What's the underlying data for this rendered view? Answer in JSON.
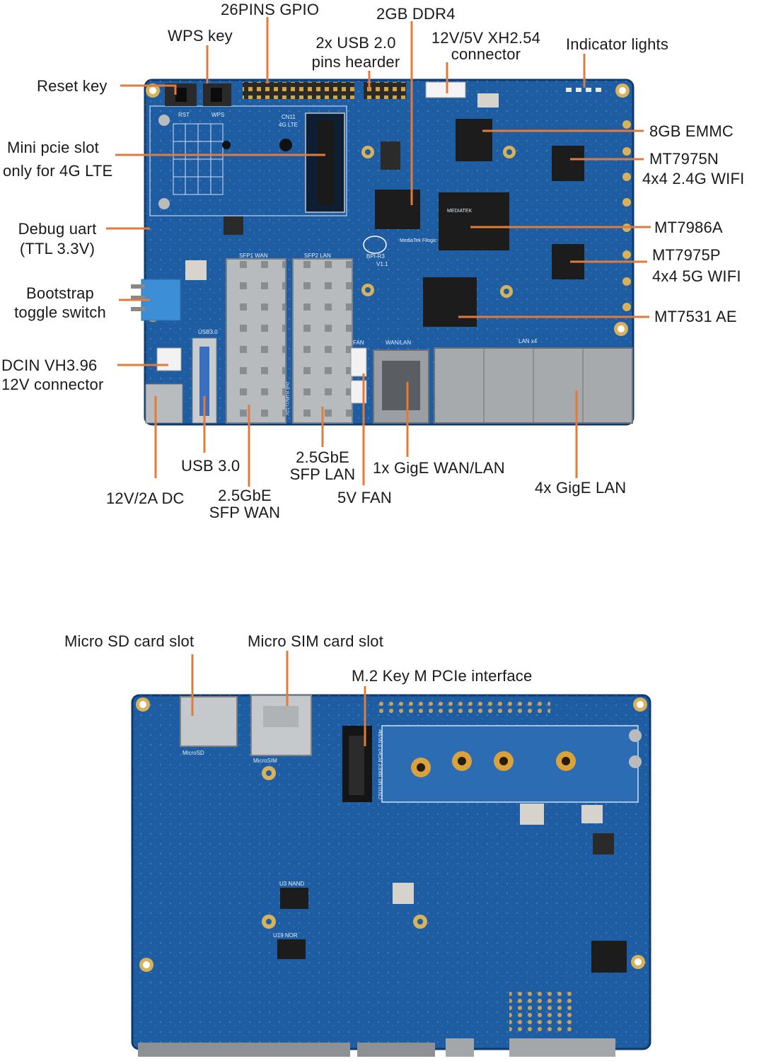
{
  "top_board": {
    "labels": {
      "gpio": "26PINS GPIO",
      "ddr": "2GB DDR4",
      "wps": "WPS key",
      "usb2_l1": "2x USB 2.0",
      "usb2_l2": "pins hearder",
      "xh_l1": "12V/5V XH2.54",
      "xh_l2": "connector",
      "indicator": "Indicator lights",
      "reset": "Reset key",
      "emmc": "8GB EMMC",
      "minipcie_l1": "Mini pcie slot",
      "minipcie_l2": "only for 4G LTE",
      "mt7975n_l1": "MT7975N",
      "mt7975n_l2": "4x4 2.4G WIFI",
      "debug_l1": "Debug uart",
      "debug_l2": "(TTL 3.3V)",
      "mt7986a": "MT7986A",
      "mt7975p_l1": "MT7975P",
      "mt7975p_l2": "4x4 5G WIFI",
      "bootstrap_l1": "Bootstrap",
      "bootstrap_l2": "toggle switch",
      "mt7531": "MT7531 AE",
      "dcin_l1": "DCIN VH3.96",
      "dcin_l2": "12V connector",
      "sfplan_l1": "2.5GbE",
      "sfplan_l2": "SFP LAN",
      "usb3": "USB 3.0",
      "gige1": "1x GigE WAN/LAN",
      "gige4": "4x GigE LAN",
      "dc": "12V/2A DC",
      "sfpwan_l1": "2.5GbE",
      "sfpwan_l2": "SFP WAN",
      "fan": "5V FAN"
    },
    "silk": {
      "rst": "RST",
      "wps": "WPS",
      "cn11": "CN11",
      "lte": "4G LTE",
      "sfp1": "SFP1  WAN",
      "sfp2": "SFP2  LAN",
      "usb30": "USB3.0",
      "fan": "FAN",
      "wanlan": "WAN/LAN",
      "lanx4": "LAN x4",
      "bpi": "BPI-R3",
      "ver": "V1.1",
      "mtk": "MediaTek Filogic",
      "chip": "MEDIATEK",
      "sfp_note": "PoE RJ45(1)-12V"
    }
  },
  "bottom_board": {
    "labels": {
      "sd": "Micro SD card slot",
      "sim": "Micro SIM card slot",
      "m2": "M.2 Key M PCIe interface"
    },
    "silk": {
      "microsd": "MicroSD",
      "microsim": "MicroSIM",
      "nand": "U3  NAND",
      "nor": "U19  NOR",
      "cn10": "CN10  M2 NKEY  PCIe2.0 NVMe"
    }
  },
  "colors": {
    "pcb": "#1f5da3",
    "pcb_dark": "#174a86",
    "pcb_edge": "#0f3a6c",
    "callout": "#e07b3c",
    "metal": "#a9acae",
    "chip": "#1c1c1c",
    "gold": "#d9a23a"
  }
}
